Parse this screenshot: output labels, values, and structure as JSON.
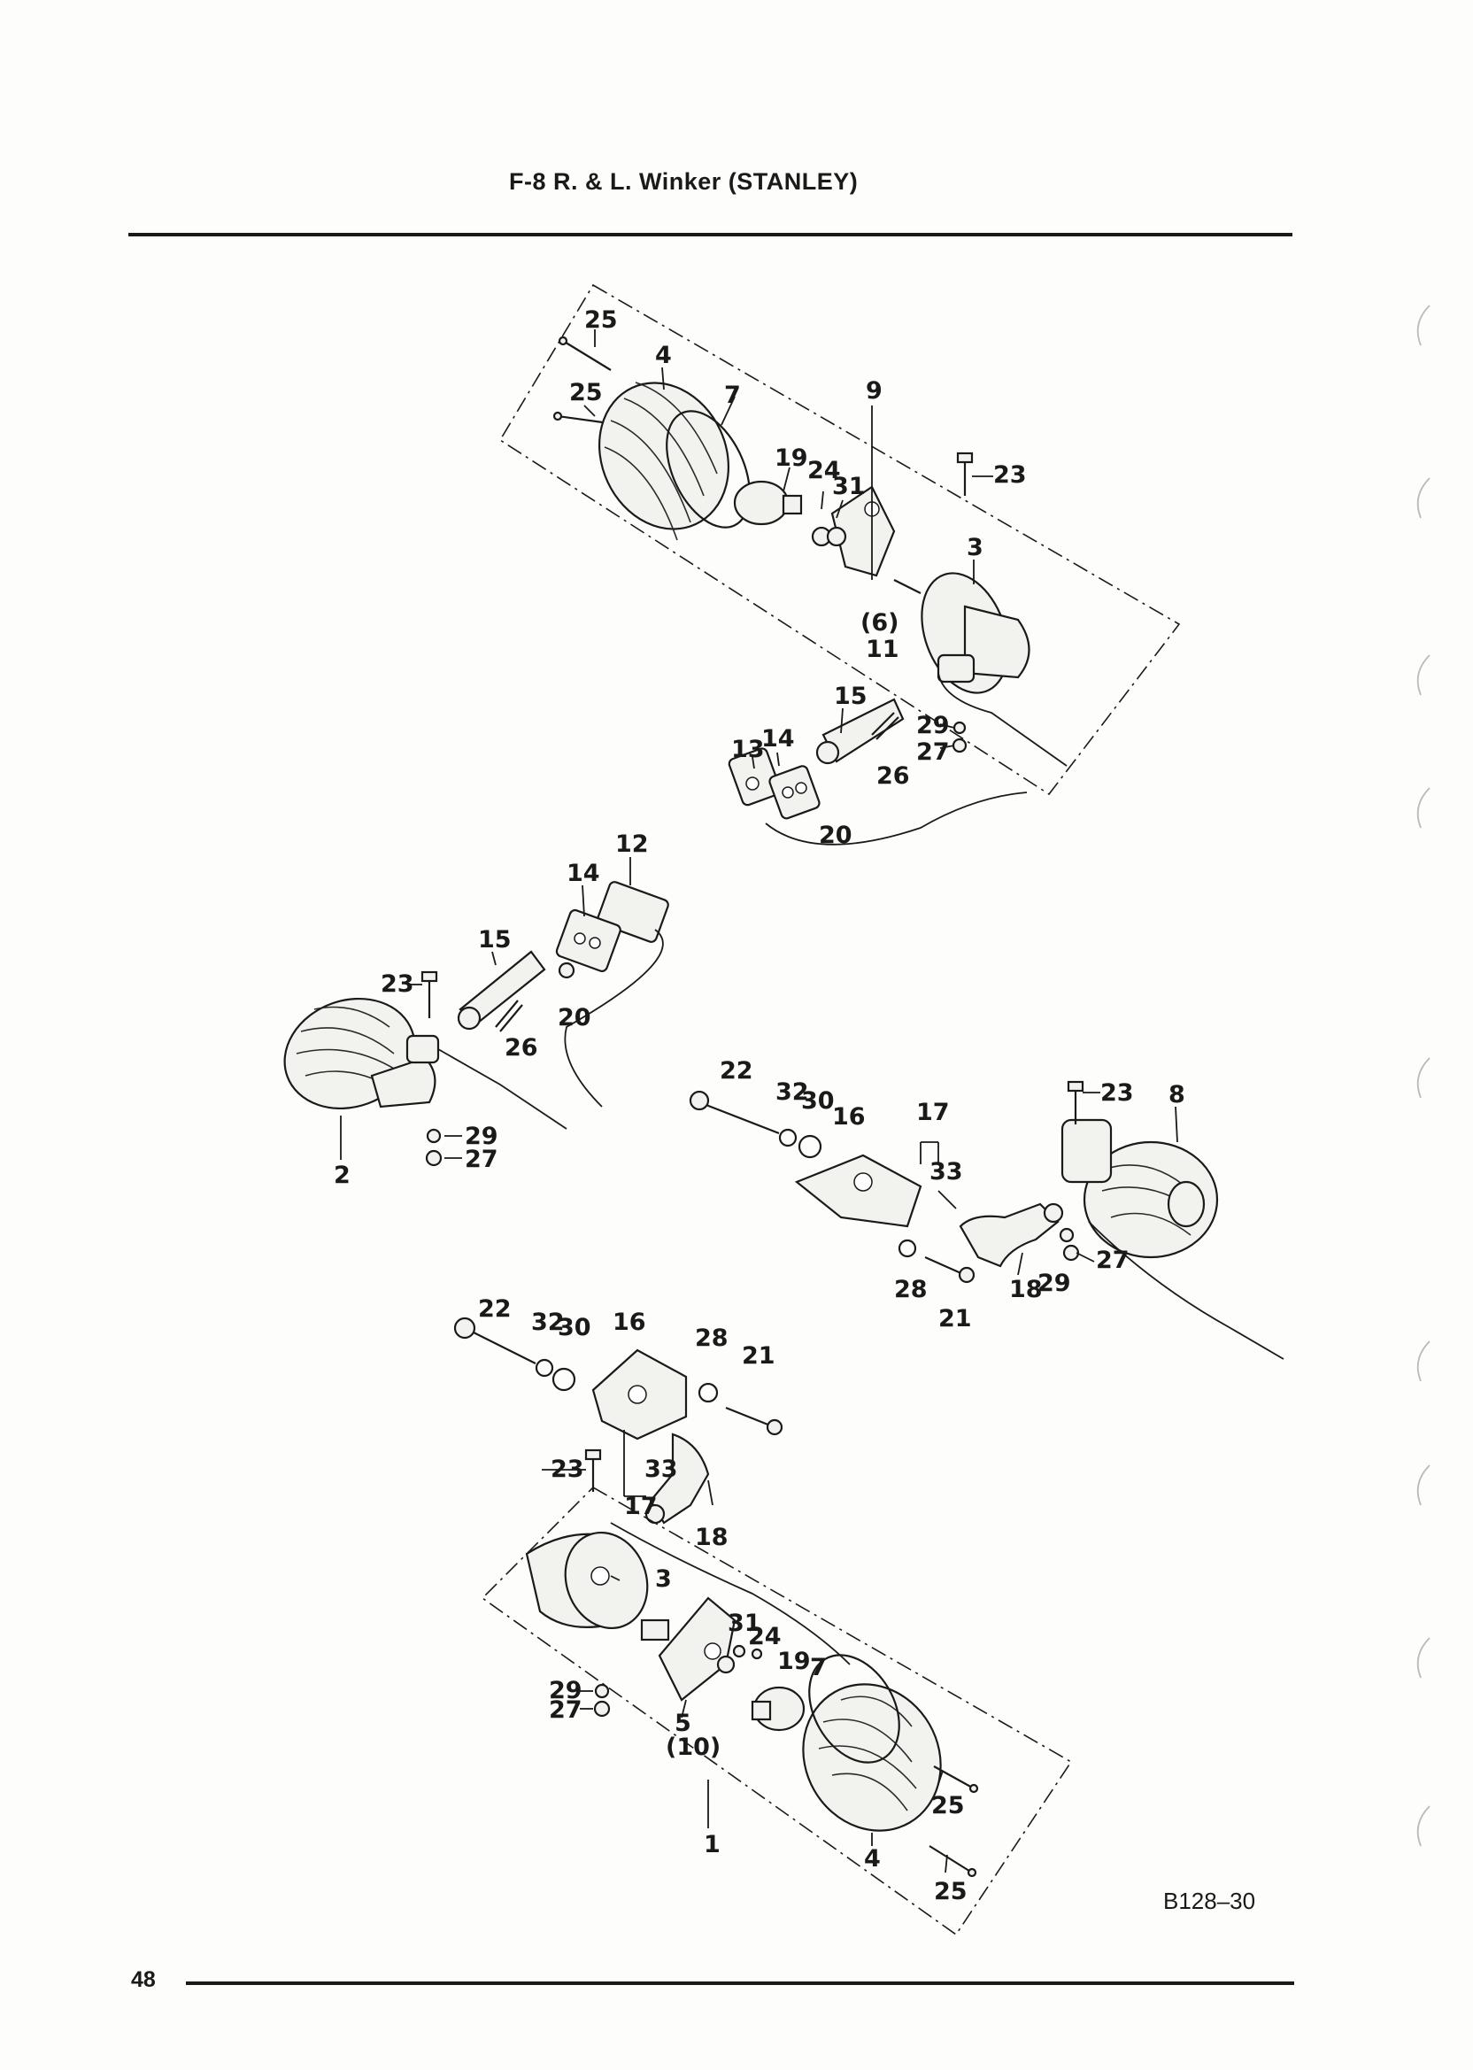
{
  "header": {
    "title": "F-8   R. & L. Winker (STANLEY)"
  },
  "footer": {
    "page_number": "48",
    "drawing_code": "B128–30"
  },
  "callouts": {
    "top_assembly": [
      "25",
      "4",
      "25",
      "7",
      "9",
      "19",
      "24",
      "31",
      "23",
      "3",
      "(6)",
      "11"
    ],
    "top_mount": [
      "15",
      "13",
      "14",
      "29",
      "27",
      "26",
      "20"
    ],
    "left_assembly": [
      "12",
      "14",
      "15",
      "23",
      "20",
      "26",
      "2",
      "29",
      "27"
    ],
    "right_assembly": [
      "22",
      "32",
      "30",
      "16",
      "17",
      "23",
      "8",
      "33",
      "28",
      "21",
      "18",
      "29",
      "27"
    ],
    "center_assembly": [
      "22",
      "32",
      "30",
      "16",
      "28",
      "21",
      "23",
      "33",
      "17",
      "18"
    ],
    "bottom_assembly": [
      "3",
      "31",
      "24",
      "19",
      "7",
      "29",
      "27",
      "5",
      "(10)",
      "25",
      "1",
      "4",
      "25"
    ]
  }
}
